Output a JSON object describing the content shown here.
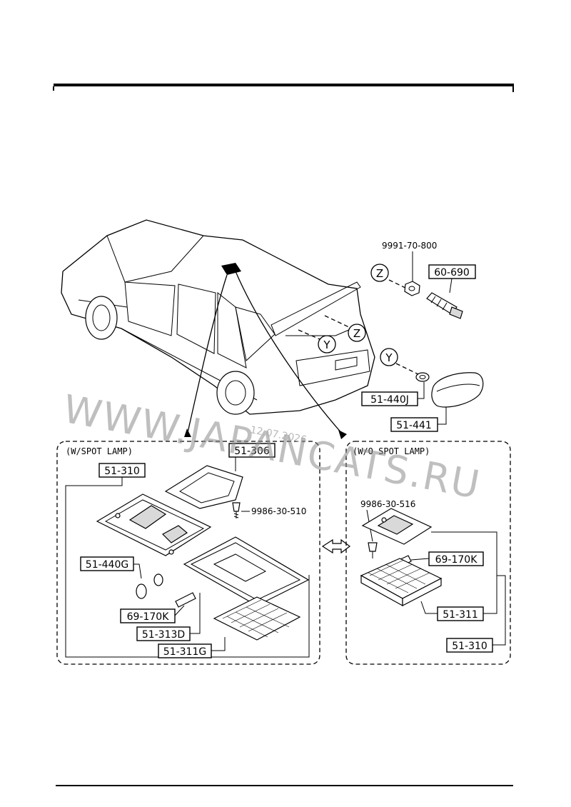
{
  "watermark": {
    "text": "WWW.JAPANCATS.RU",
    "date": "12.07.2026"
  },
  "variants": {
    "with_spot": {
      "label": "(W/SPOT LAMP)"
    },
    "without_spot": {
      "label": "(W/O SPOT LAMP)"
    }
  },
  "callouts": {
    "z_top": "Z",
    "z_trunk": "Z",
    "y_trunk": "Y",
    "y_right": "Y"
  },
  "parts": {
    "p9991_70_800": "9991-70-800",
    "p60_690": "60-690",
    "p51_440j": "51-440J",
    "p51_441": "51-441",
    "p51_306": "51-306",
    "p51_310_left": "51-310",
    "p9986_30_510": "9986-30-510",
    "p51_440g": "51-440G",
    "p69_170k_left": "69-170K",
    "p51_313d": "51-313D",
    "p51_311g": "51-311G",
    "p9986_30_516": "9986-30-516",
    "p69_170k_right": "69-170K",
    "p51_311": "51-311",
    "p51_310_right": "51-310"
  }
}
